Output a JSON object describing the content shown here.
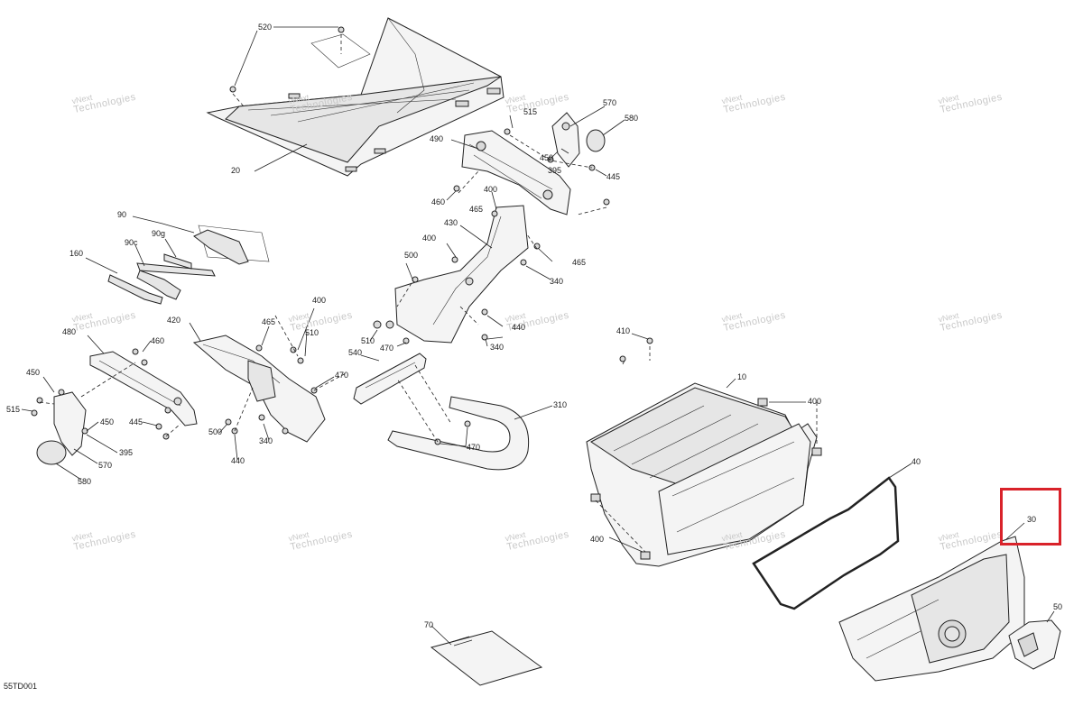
{
  "diagram": {
    "code": "55TD001",
    "highlight_color": "#d9222a",
    "watermark": {
      "line1": "vNext",
      "line2": "Technologies"
    },
    "labels": [
      {
        "id": "520",
        "text": "520"
      },
      {
        "id": "515a",
        "text": "515"
      },
      {
        "id": "570a",
        "text": "570"
      },
      {
        "id": "580a",
        "text": "580"
      },
      {
        "id": "490",
        "text": "490"
      },
      {
        "id": "450a",
        "text": "450"
      },
      {
        "id": "395a",
        "text": "395"
      },
      {
        "id": "445a",
        "text": "445"
      },
      {
        "id": "20",
        "text": "20"
      },
      {
        "id": "460a",
        "text": "460"
      },
      {
        "id": "400a",
        "text": "400"
      },
      {
        "id": "465a",
        "text": "465"
      },
      {
        "id": "430",
        "text": "430"
      },
      {
        "id": "90",
        "text": "90"
      },
      {
        "id": "90c",
        "text": "90c"
      },
      {
        "id": "90g",
        "text": "90g"
      },
      {
        "id": "400b",
        "text": "400"
      },
      {
        "id": "465b",
        "text": "465"
      },
      {
        "id": "160",
        "text": "160"
      },
      {
        "id": "500a",
        "text": "500"
      },
      {
        "id": "340a",
        "text": "340"
      },
      {
        "id": "400c",
        "text": "400"
      },
      {
        "id": "420",
        "text": "420"
      },
      {
        "id": "465c",
        "text": "465"
      },
      {
        "id": "440a",
        "text": "440"
      },
      {
        "id": "480",
        "text": "480"
      },
      {
        "id": "460b",
        "text": "460"
      },
      {
        "id": "510a",
        "text": "510"
      },
      {
        "id": "510b",
        "text": "510"
      },
      {
        "id": "470a",
        "text": "470"
      },
      {
        "id": "340b",
        "text": "340"
      },
      {
        "id": "410",
        "text": "410"
      },
      {
        "id": "540",
        "text": "540"
      },
      {
        "id": "450b",
        "text": "450"
      },
      {
        "id": "470b",
        "text": "470"
      },
      {
        "id": "10",
        "text": "10"
      },
      {
        "id": "515b",
        "text": "515"
      },
      {
        "id": "450c",
        "text": "450"
      },
      {
        "id": "445b",
        "text": "445"
      },
      {
        "id": "400d",
        "text": "400"
      },
      {
        "id": "310",
        "text": "310"
      },
      {
        "id": "500b",
        "text": "500"
      },
      {
        "id": "340c",
        "text": "340"
      },
      {
        "id": "470c",
        "text": "470"
      },
      {
        "id": "395b",
        "text": "395"
      },
      {
        "id": "570b",
        "text": "570"
      },
      {
        "id": "440b",
        "text": "440"
      },
      {
        "id": "40",
        "text": "40"
      },
      {
        "id": "580b",
        "text": "580"
      },
      {
        "id": "30",
        "text": "30"
      },
      {
        "id": "400e",
        "text": "400"
      },
      {
        "id": "50",
        "text": "50"
      },
      {
        "id": "70",
        "text": "70"
      }
    ]
  }
}
